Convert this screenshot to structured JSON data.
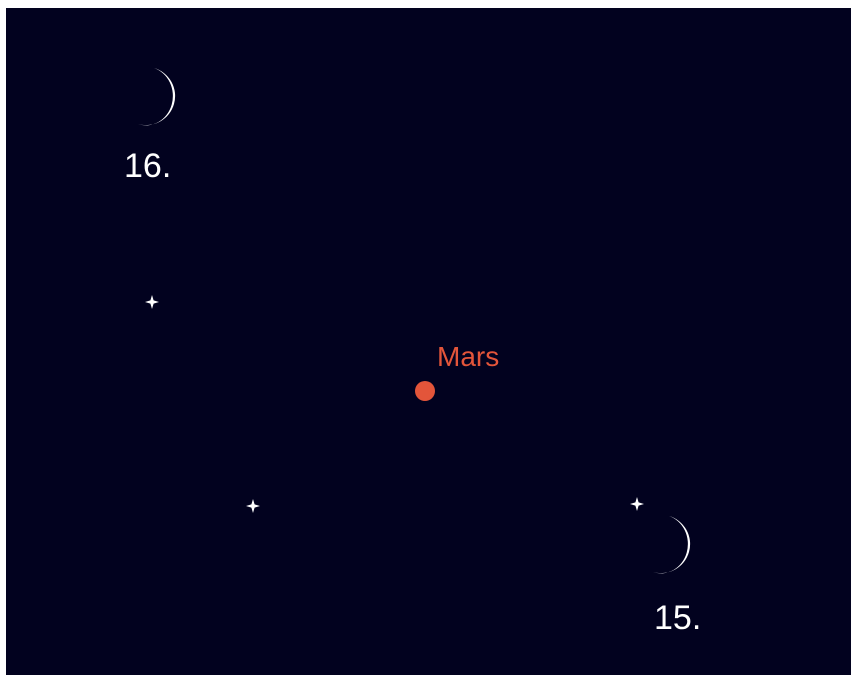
{
  "colors": {
    "sky": "#02021f",
    "moon": "#ffffff",
    "star": "#ffffff",
    "mars": "#e3553a"
  },
  "moon_positions": [
    {
      "label": "16.",
      "icon": "crescent-moon-icon"
    },
    {
      "label": "15.",
      "icon": "crescent-moon-icon"
    }
  ],
  "planet": {
    "label": "Mars",
    "icon": "planet-dot-icon"
  },
  "stars": [
    {
      "icon": "star-icon"
    },
    {
      "icon": "star-icon"
    },
    {
      "icon": "star-icon"
    }
  ]
}
